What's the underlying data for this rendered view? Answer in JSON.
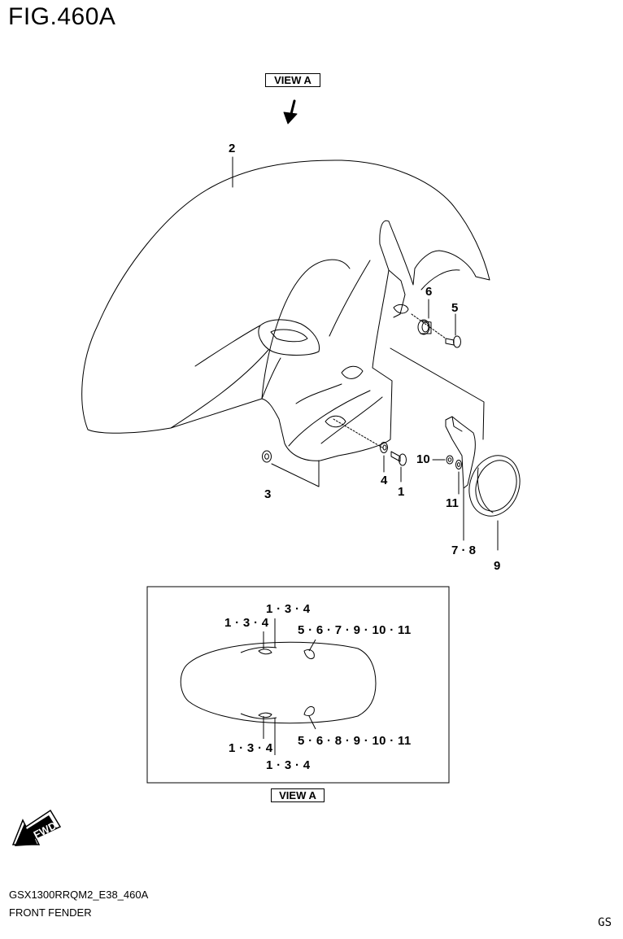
{
  "figure": {
    "title": "FIG.460A"
  },
  "view_tag_top": "VIEW A",
  "view_tag_bottom": "VIEW A",
  "parts": {
    "p1": "1",
    "p2": "2",
    "p3": "3",
    "p4": "4",
    "p5": "5",
    "p6": "6",
    "p78": "7 · 8",
    "p9": "9",
    "p10": "10",
    "p11": "11"
  },
  "inset": {
    "top_left": "1 · 3 · 4",
    "top_center": "1 · 3 · 4",
    "top_right": "5 · 6 · 7 · 9 · 10 · 11",
    "bottom_left": "1 · 3 · 4",
    "bottom_center": "1 · 3 · 4",
    "bottom_right": "5 · 6 · 8 · 9 · 10 · 11"
  },
  "fwd_label": "FWD",
  "footer": {
    "code": "GSX1300RRQM2_E38_460A",
    "name": "FRONT FENDER"
  },
  "corner_mark": "GS"
}
